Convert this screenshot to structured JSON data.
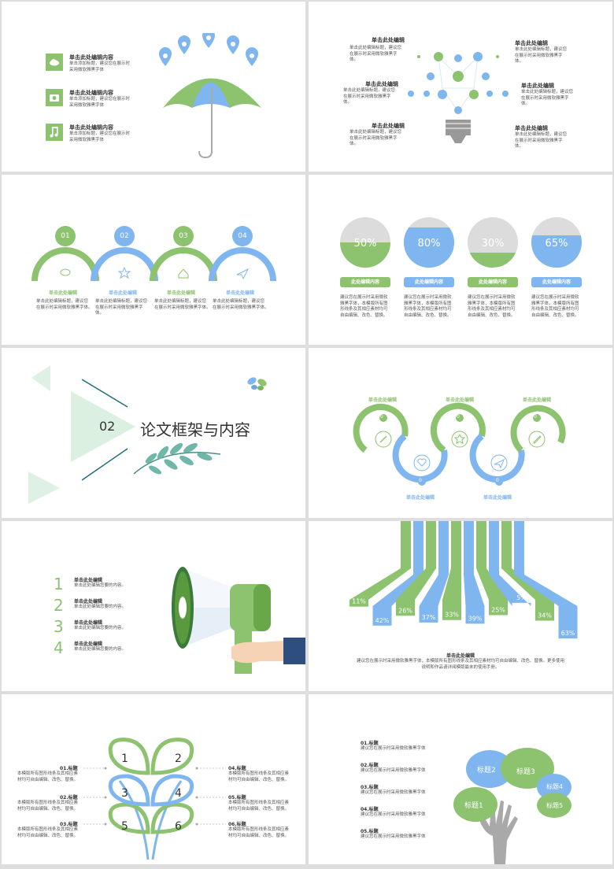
{
  "colors": {
    "green": "#8dc26f",
    "blue": "#7fb6ef",
    "grey": "#c9c9c9",
    "bg": "#dedede"
  },
  "s1": {
    "items": [
      {
        "icon": "cloud-icon",
        "title": "单击此处编辑内容",
        "desc": [
          "单击添加标题，建议您在展示时",
          "采用微软雅黑字体"
        ]
      },
      {
        "icon": "camera-icon",
        "title": "单击此处编辑内容",
        "desc": [
          "单击添加标题，建议您在展示时",
          "采用微软雅黑字体"
        ]
      },
      {
        "icon": "music-icon",
        "title": "单击此处编辑内容",
        "desc": [
          "单击添加标题，建议您在展示时",
          "采用微软雅黑字体"
        ]
      }
    ]
  },
  "s2": {
    "title": "单击此处编辑",
    "desc": [
      "单击此处编辑标题，建议您",
      "在展示时采用微软雅黑字",
      "体。"
    ]
  },
  "s3": {
    "items": [
      {
        "num": "01",
        "title": "单击此处编辑",
        "desc": [
          "单击此处编辑标题，建议您",
          "在展示时采用微软雅黑字体。"
        ]
      },
      {
        "num": "02",
        "title": "单击此处编辑",
        "desc": [
          "单击此处编辑标题，建议您",
          "在展示时采用微软雅黑字",
          "体。"
        ]
      },
      {
        "num": "03",
        "title": "单击此处编辑",
        "desc": [
          "单击此处编辑标题，建议您",
          "在展示时采用微软雅黑字体。"
        ]
      },
      {
        "num": "04",
        "title": "单击此处编辑",
        "desc": [
          "单击此处编辑标题，建议您",
          "在展示时采用微软雅黑字体。"
        ]
      }
    ]
  },
  "s4": {
    "items": [
      {
        "pct": "50%",
        "value": 50,
        "label": "此处编辑内容",
        "desc": [
          "建议您在展示时采用微软",
          "雅黑字体，本模版所有图",
          "形线条及其相应素材均可",
          "自由编辑、改色、替换。"
        ]
      },
      {
        "pct": "80%",
        "value": 80,
        "label": "此处编辑内容",
        "desc": [
          "建议您在展示时采用微软",
          "雅黑字体，本模版所有图",
          "形线条及其相应素材均可",
          "自由编辑、改色、替换。"
        ]
      },
      {
        "pct": "30%",
        "value": 30,
        "label": "此处编辑内容",
        "desc": [
          "建议您在展示时采用微软",
          "雅黑字体，本模版所有图",
          "形线条及其相应素材均可",
          "自由编辑、改色、替换。"
        ]
      },
      {
        "pct": "65%",
        "value": 65,
        "label": "此处编辑内容",
        "desc": [
          "建议您在展示时采用微软",
          "雅黑字体，本模版所有图",
          "形线条及其相应素材均可",
          "自由编辑、改色、替换。"
        ]
      }
    ]
  },
  "s5": {
    "num": "02",
    "title": "论文框架与内容"
  },
  "s6": {
    "label": "单击此处编辑",
    "zero": "0"
  },
  "s7": {
    "items": [
      {
        "num": "1",
        "title": "单击此处编辑",
        "desc": "单击此处编辑您要的内容。"
      },
      {
        "num": "2",
        "title": "单击此处编辑",
        "desc": "单击此处编辑您要的内容。"
      },
      {
        "num": "3",
        "title": "单击此处编辑",
        "desc": "单击此处编辑您要的内容。"
      },
      {
        "num": "4",
        "title": "单击此处编辑",
        "desc": "单击此处编辑您要的内容。"
      }
    ]
  },
  "s8": {
    "title": "单击此处编辑",
    "desc": [
      "建议您在展示时采用微软雅黑字体，本模版所有图形线条及其相应素材均可自由编辑、改色、替换。更多使用",
      "说明和作品请详阅模版最末的使用手册。"
    ],
    "chart_data": {
      "type": "bar",
      "values": [
        11,
        42,
        26,
        37,
        33,
        39,
        25,
        5,
        34,
        63
      ],
      "labels": [
        "11%",
        "42%",
        "26%",
        "37%",
        "33%",
        "39%",
        "25%",
        "5%",
        "34%",
        "63%"
      ]
    }
  },
  "s9": {
    "left": [
      {
        "title": "01.标题",
        "desc": [
          "本模版所有图形线条及其相应素",
          "材均可自由编辑、改色、替换。"
        ]
      },
      {
        "title": "02.标题",
        "desc": [
          "本模版所有图形线条及其相应素",
          "材均可自由编辑、改色、替换。"
        ]
      },
      {
        "title": "03.标题",
        "desc": [
          "本模版所有图形线条及其相应素",
          "材均可自由编辑、改色、替换。"
        ]
      }
    ],
    "right": [
      {
        "title": "04.标题",
        "desc": [
          "本模版所有图形线条及其相应素",
          "材均可自由编辑、改色、替换。"
        ]
      },
      {
        "title": "05.标题",
        "desc": [
          "本模版所有图形线条及其相应素",
          "材均可自由编辑、改色、替换。"
        ]
      },
      {
        "title": "06.标题",
        "desc": [
          "本模版所有图形线条及其相应素",
          "材均可自由编辑、改色、替换。"
        ]
      }
    ],
    "nums": [
      "1",
      "2",
      "3",
      "4",
      "5",
      "6"
    ]
  },
  "s10": {
    "items": [
      {
        "title": "01.标题",
        "desc": "建议您在展示时采用微软雅黑字体"
      },
      {
        "title": "02.标题",
        "desc": "建议您在展示时采用微软雅黑字体"
      },
      {
        "title": "03.标题",
        "desc": "建议您在展示时采用微软雅黑字体"
      },
      {
        "title": "04.标题",
        "desc": "建议您在展示时采用微软雅黑字体"
      },
      {
        "title": "05.标题",
        "desc": "建议您在展示时采用微软雅黑字体"
      }
    ],
    "bubbles": [
      "标题1",
      "标题2",
      "标题3",
      "标题4",
      "标题5"
    ]
  }
}
